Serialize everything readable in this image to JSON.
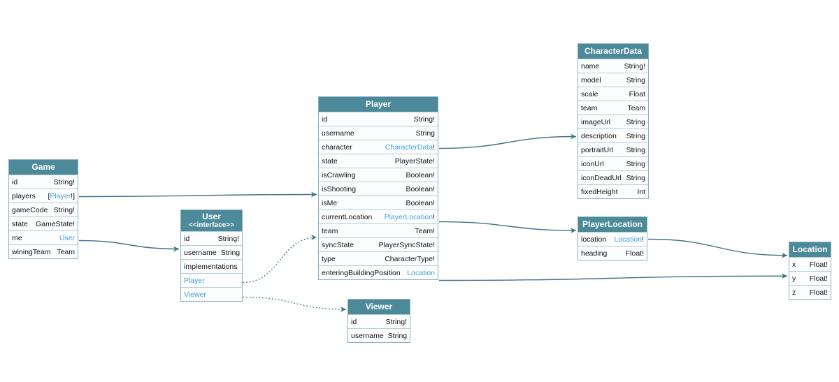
{
  "diagram": {
    "tables": [
      {
        "name": "Game",
        "fields": [
          {
            "name": "id",
            "type": "String!"
          },
          {
            "name": "players",
            "type": "[Player!]",
            "link": "Player"
          },
          {
            "name": "gameCode",
            "type": "String!"
          },
          {
            "name": "state",
            "type": "GameState!"
          },
          {
            "name": "me",
            "type": "User",
            "link": "User"
          },
          {
            "name": "winingTeam",
            "type": "Team"
          }
        ]
      },
      {
        "name": "User",
        "stereotype": "<<interface>>",
        "fields": [
          {
            "name": "id",
            "type": "String!"
          },
          {
            "name": "username",
            "type": "String"
          },
          {
            "name": "implementations",
            "kind": "label"
          },
          {
            "name": "Player",
            "kind": "impl"
          },
          {
            "name": "Viewer",
            "kind": "impl"
          }
        ]
      },
      {
        "name": "Player",
        "fields": [
          {
            "name": "id",
            "type": "String!"
          },
          {
            "name": "username",
            "type": "String"
          },
          {
            "name": "character",
            "type": "CharacterData!",
            "link": "CharacterData"
          },
          {
            "name": "state",
            "type": "PlayerState!"
          },
          {
            "name": "isCrawling",
            "type": "Boolean!"
          },
          {
            "name": "isShooting",
            "type": "Boolean!"
          },
          {
            "name": "isMe",
            "type": "Boolean!"
          },
          {
            "name": "currentLocation",
            "type": "PlayerLocation!",
            "link": "PlayerLocation"
          },
          {
            "name": "team",
            "type": "Team!"
          },
          {
            "name": "syncState",
            "type": "PlayerSyncState!"
          },
          {
            "name": "type",
            "type": "CharacterType!"
          },
          {
            "name": "enteringBuildingPosition",
            "type": "Location",
            "link": "Location"
          }
        ]
      },
      {
        "name": "Viewer",
        "fields": [
          {
            "name": "id",
            "type": "String!"
          },
          {
            "name": "username",
            "type": "String"
          }
        ]
      },
      {
        "name": "CharacterData",
        "fields": [
          {
            "name": "name",
            "type": "String!"
          },
          {
            "name": "model",
            "type": "String"
          },
          {
            "name": "scale",
            "type": "Float"
          },
          {
            "name": "team",
            "type": "Team"
          },
          {
            "name": "imageUrl",
            "type": "String"
          },
          {
            "name": "description",
            "type": "String"
          },
          {
            "name": "portraitUrl",
            "type": "String"
          },
          {
            "name": "iconUrl",
            "type": "String"
          },
          {
            "name": "iconDeadUrl",
            "type": "String"
          },
          {
            "name": "fixedHeight",
            "type": "Int"
          }
        ]
      },
      {
        "name": "PlayerLocation",
        "fields": [
          {
            "name": "location",
            "type": "Location!",
            "link": "Location"
          },
          {
            "name": "heading",
            "type": "Float!"
          }
        ]
      },
      {
        "name": "Location",
        "fields": [
          {
            "name": "x",
            "type": "Float!"
          },
          {
            "name": "y",
            "type": "Float!"
          },
          {
            "name": "z",
            "type": "Float!"
          }
        ]
      }
    ],
    "edges": [
      {
        "from": "Game.players",
        "to": "Player",
        "style": "solid"
      },
      {
        "from": "Game.me",
        "to": "User",
        "style": "solid"
      },
      {
        "from": "Player.character",
        "to": "CharacterData",
        "style": "solid"
      },
      {
        "from": "Player.currentLocation",
        "to": "PlayerLocation",
        "style": "solid"
      },
      {
        "from": "Player.enteringBuildingPosition",
        "to": "Location",
        "style": "solid"
      },
      {
        "from": "PlayerLocation.location",
        "to": "Location",
        "style": "solid"
      },
      {
        "from": "User.Player",
        "to": "Player",
        "style": "dotted"
      },
      {
        "from": "User.Viewer",
        "to": "Viewer",
        "style": "dotted"
      }
    ],
    "colors": {
      "header_bg": "#4d8a99",
      "header_text": "#ffffff",
      "link": "#4b9fe1",
      "edge": "#3f7389",
      "row_bg": "#fbfdfe",
      "row_border": "#b6ccd7",
      "canvas_bg": "#ffffff"
    }
  }
}
